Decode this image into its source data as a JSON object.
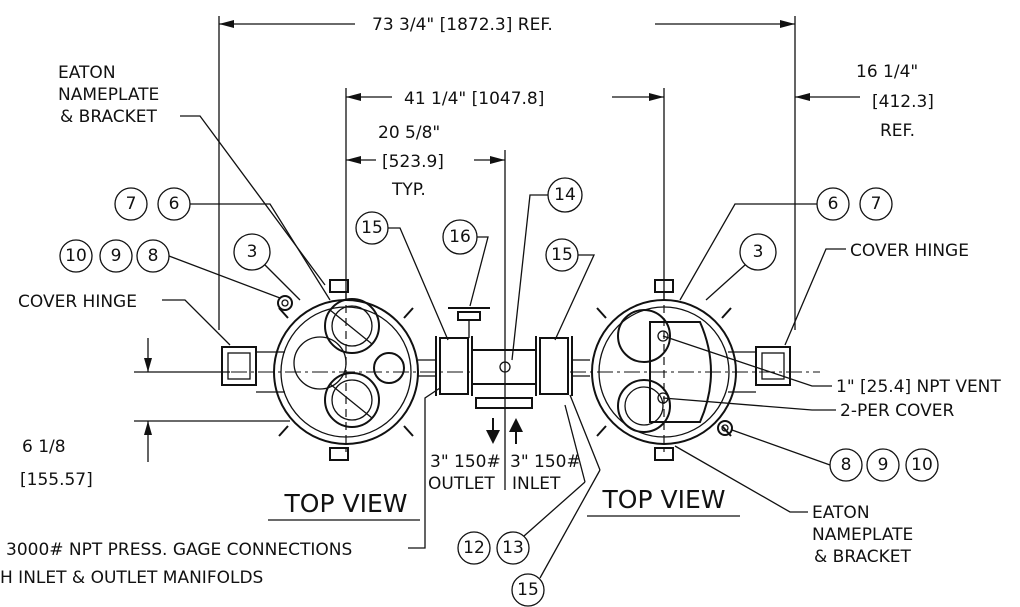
{
  "dimensions": {
    "overall": "73 3/4\" [1872.3] REF.",
    "center": "41 1/4\" [1047.8]",
    "half_a": "20 5/8\"",
    "half_b": "[523.9]",
    "half_c": "TYP.",
    "right_a": "16 1/4\"",
    "right_b": "[412.3]",
    "right_c": "REF.",
    "height_a": "6 1/8",
    "height_b": "[155.57]"
  },
  "callouts": {
    "nameplate_left": [
      "EATON",
      "NAMEPLATE",
      "& BRACKET"
    ],
    "nameplate_right": [
      "EATON",
      "NAMEPLATE",
      "& BRACKET"
    ],
    "cover_hinge_left": "COVER HINGE",
    "cover_hinge_right": "COVER HINGE",
    "vent_a": "1\" [25.4] NPT VENT",
    "vent_b": "2-PER COVER",
    "outlet_size": "3\" 150#",
    "outlet_label": "OUTLET",
    "inlet_size": "3\" 150#",
    "inlet_label": "INLET",
    "gage_a": "3000# NPT PRESS. GAGE CONNECTIONS",
    "gage_b": "H INLET & OUTLET MANIFOLDS"
  },
  "views": {
    "left": "TOP VIEW",
    "right": "TOP VIEW"
  },
  "balloons": {
    "b7a": "7",
    "b6a": "6",
    "b10a": "10",
    "b9a": "9",
    "b8a": "8",
    "b3a": "3",
    "b15a": "15",
    "b16": "16",
    "b14": "14",
    "b15b": "15",
    "b6b": "6",
    "b7b": "7",
    "b3b": "3",
    "b8b": "8",
    "b9b": "9",
    "b10b": "10",
    "b12": "12",
    "b13": "13",
    "b15c": "15"
  }
}
